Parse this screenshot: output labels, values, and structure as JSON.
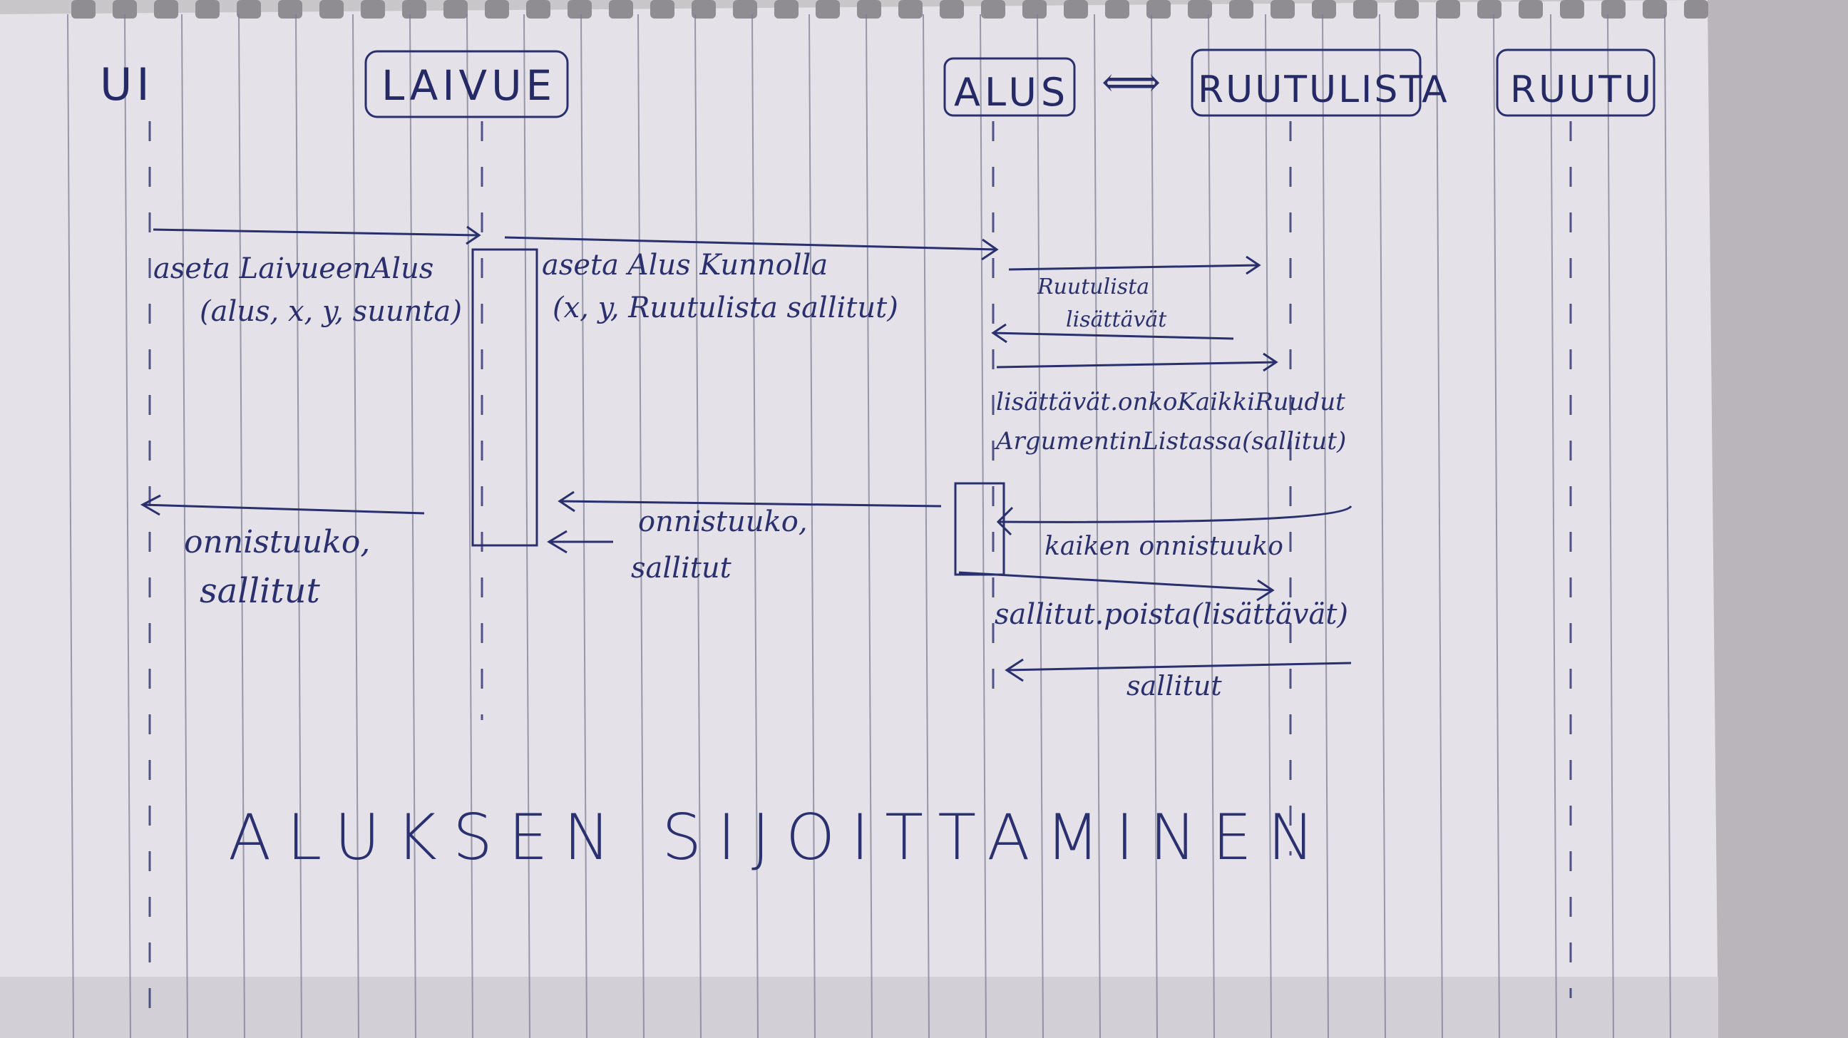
{
  "participants": [
    {
      "id": "ui",
      "label": "UI"
    },
    {
      "id": "laivue",
      "label": "LAIVUE"
    },
    {
      "id": "alus",
      "label": "ALUS"
    },
    {
      "id": "ruutulista",
      "label": "RUUTULISTA"
    },
    {
      "id": "ruutu",
      "label": "RUUTU"
    }
  ],
  "association_symbol": "⟺",
  "messages": [
    {
      "id": "m1",
      "from": "ui",
      "to": "laivue",
      "lines": [
        "aseta LaivueenAlus",
        "(alus, x, y, suunta)"
      ]
    },
    {
      "id": "m2",
      "from": "laivue",
      "to": "alus",
      "lines": [
        "aseta Alus Kunnolla",
        "(x, y, Ruutulista sallitut)"
      ]
    },
    {
      "id": "m3",
      "from": "alus",
      "to": "ruutulista",
      "lines": [
        "Ruutulista",
        "lisättävät"
      ]
    },
    {
      "id": "m4",
      "from": "alus",
      "to": "ruutulista",
      "lines": [
        "lisättävät.onkoKaikkiRuudut",
        "ArgumentinListassa(sallitut)"
      ]
    },
    {
      "id": "m5",
      "from": "ruutulista",
      "to": "alus",
      "lines": [
        "kaiken onnistuuko"
      ]
    },
    {
      "id": "m6",
      "from": "alus",
      "to": "laivue",
      "lines": [
        "onnistuuko,",
        "sallitut"
      ]
    },
    {
      "id": "m7",
      "from": "laivue",
      "to": "ui",
      "lines": [
        "onnistuuko,",
        "sallitut"
      ]
    },
    {
      "id": "m8",
      "from": "alus",
      "to": "ruutulista",
      "lines": [
        "sallitut.poista(lisättävät)"
      ]
    },
    {
      "id": "m9",
      "from": "ruutulista",
      "to": "alus",
      "lines": [
        "sallitut"
      ]
    }
  ],
  "title": "ALUKSEN SIJOITTAMINEN",
  "colors": {
    "ink": "#2a2f6e",
    "paper": "#e6e4ea",
    "rule": "#8a8ca0",
    "background": "#c9c6c9"
  }
}
